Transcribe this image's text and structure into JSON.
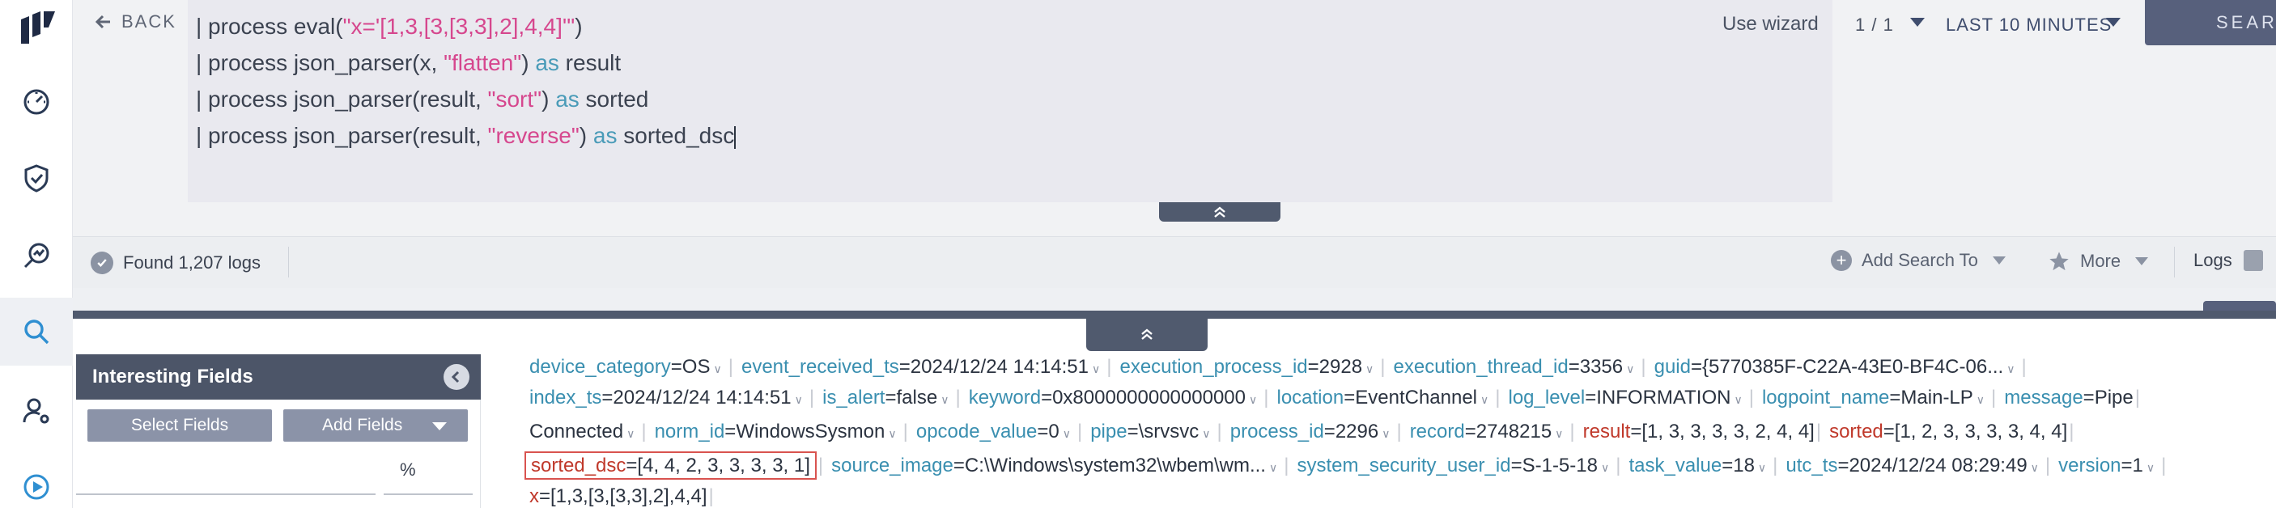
{
  "nav": {
    "items": [
      {
        "name": "dashboard-icon"
      },
      {
        "name": "shield-check-icon"
      },
      {
        "name": "investigate-icon"
      },
      {
        "name": "search-icon"
      },
      {
        "name": "user-settings-icon"
      },
      {
        "name": "play-circle-icon"
      }
    ],
    "active": "search-icon"
  },
  "header": {
    "back_label": "BACK",
    "query_lines": [
      [
        {
          "t": "| process eval(",
          "c": "txt"
        },
        {
          "t": "\"x='[1,3,[3,[3,3],2],4,4]'\"",
          "c": "str"
        },
        {
          "t": ")",
          "c": "txt"
        }
      ],
      [
        {
          "t": "| process json_parser(x, ",
          "c": "txt"
        },
        {
          "t": "\"flatten\"",
          "c": "str"
        },
        {
          "t": ") ",
          "c": "txt"
        },
        {
          "t": "as",
          "c": "kw"
        },
        {
          "t": " result",
          "c": "txt"
        }
      ],
      [
        {
          "t": "| process json_parser(result, ",
          "c": "txt"
        },
        {
          "t": "\"sort\"",
          "c": "str"
        },
        {
          "t": ") ",
          "c": "txt"
        },
        {
          "t": "as",
          "c": "kw"
        },
        {
          "t": " sorted",
          "c": "txt"
        }
      ],
      [
        {
          "t": "| process json_parser(result, ",
          "c": "txt"
        },
        {
          "t": "\"reverse\"",
          "c": "str"
        },
        {
          "t": ") ",
          "c": "txt"
        },
        {
          "t": "as",
          "c": "kw"
        },
        {
          "t": " sorted_dsc",
          "c": "txt"
        }
      ]
    ],
    "use_wizard_label": "Use wizard",
    "pager_text": "1 / 1",
    "time_range": "LAST 10 MINUTES",
    "search_label": "SEARCH"
  },
  "results_bar": {
    "found_text": "Found 1,207 logs",
    "add_search_to_label": "Add Search To",
    "more_label": "More",
    "logs_label": "Logs"
  },
  "fields_panel": {
    "title": "Interesting Fields",
    "select_fields_label": "Select Fields",
    "add_fields_label": "Add Fields",
    "percent_header": "%"
  },
  "log_rows": [
    [
      {
        "k": "device_category",
        "v": "OS"
      },
      {
        "k": "event_received_ts",
        "v": "2024/12/24 14:14:51"
      },
      {
        "k": "execution_process_id",
        "v": "2928"
      },
      {
        "k": "execution_thread_id",
        "v": "3356"
      },
      {
        "k": "guid",
        "v": "{5770385F-C22A-43E0-BF4C-06..."
      }
    ],
    [
      {
        "k": "index_ts",
        "v": "2024/12/24 14:14:51"
      },
      {
        "k": "is_alert",
        "v": "false"
      },
      {
        "k": "keyword",
        "v": "0x8000000000000000"
      },
      {
        "k": "location",
        "v": "EventChannel"
      },
      {
        "k": "log_level",
        "v": "INFORMATION"
      },
      {
        "k": "logpoint_name",
        "v": "Main-LP"
      },
      {
        "k": "message",
        "v": "Pipe",
        "nochev": true
      }
    ],
    [
      {
        "k": "",
        "v": "Connected"
      },
      {
        "k": "norm_id",
        "v": "WindowsSysmon"
      },
      {
        "k": "opcode_value",
        "v": "0"
      },
      {
        "k": "pipe",
        "v": "\\srvsvc"
      },
      {
        "k": "process_id",
        "v": "2296"
      },
      {
        "k": "record",
        "v": "2748215"
      },
      {
        "k": "result",
        "v": "[1, 3, 3, 3, 3, 2, 4, 4]",
        "hl": true,
        "nochev": true
      },
      {
        "k": "sorted",
        "v": "[1, 2, 3, 3, 3, 3, 4, 4]",
        "hl": true,
        "nochev": true
      }
    ],
    [
      {
        "k": "sorted_dsc",
        "v": "[4, 4, 2, 3, 3, 3, 3, 1]",
        "hl": true,
        "boxed": true,
        "nochev": true
      },
      {
        "k": "source_image",
        "v": "C:\\Windows\\system32\\wbem\\wm..."
      },
      {
        "k": "system_security_user_id",
        "v": "S-1-5-18"
      },
      {
        "k": "task_value",
        "v": "18"
      },
      {
        "k": "utc_ts",
        "v": "2024/12/24 08:29:49"
      },
      {
        "k": "version",
        "v": "1"
      }
    ],
    [
      {
        "k": "x",
        "v": "[1,3,[3,[3,3],2],4,4]",
        "hl": true,
        "nochev": true
      }
    ]
  ]
}
